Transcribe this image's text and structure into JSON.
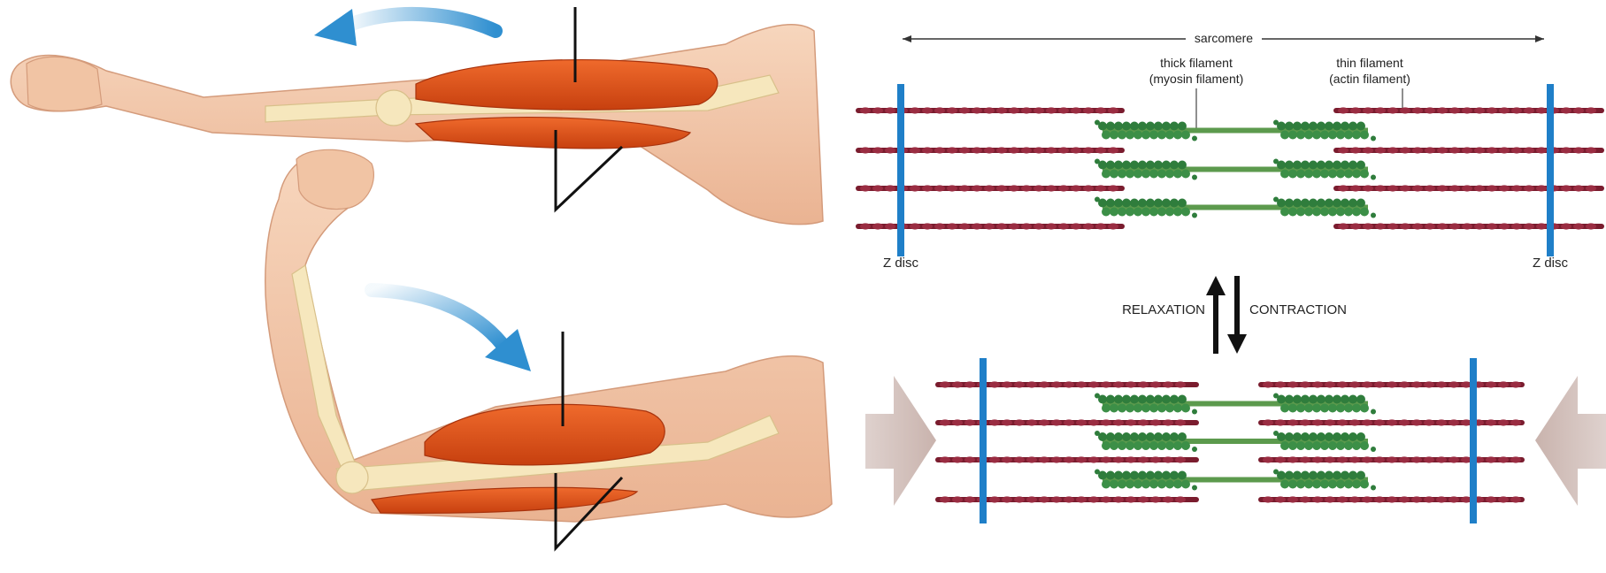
{
  "labels": {
    "sarcomere": "sarcomere",
    "thick_filament_line1": "thick filament",
    "thick_filament_line2": "(myosin filament)",
    "thin_filament_line1": "thin filament",
    "thin_filament_line2": "(actin filament)",
    "z_disc_left": "Z disc",
    "z_disc_right": "Z disc",
    "relaxation": "RELAXATION",
    "contraction": "CONTRACTION"
  },
  "colors": {
    "skin": "#f3c9aa",
    "skin_shadow": "#e2a585",
    "muscle": "#e2531f",
    "muscle_dark": "#b8360f",
    "bone": "#f6e7bd",
    "motion_arrow": "#2f8fd0",
    "z_disc": "#1f7fc8",
    "actin": "#7a1c2e",
    "myosin": "#2f7d3c",
    "myosin_core": "#5c9a4d",
    "push_arrow": "#c9b3ad",
    "text": "#222222"
  },
  "icons": {
    "relaxed_arm": "extended-arm-illustration",
    "contracted_arm": "flexed-arm-illustration",
    "extend_arrow": "curved-arrow-left-icon",
    "flex_arrow": "curved-arrow-down-icon",
    "transition_arrows": "up-down-arrows-icon",
    "push_arrows": "inward-block-arrows-icon"
  }
}
